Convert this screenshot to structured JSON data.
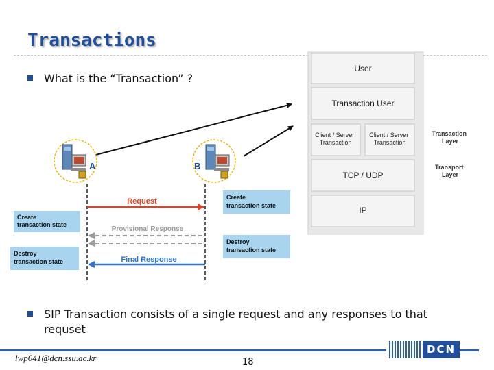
{
  "slide": {
    "title": "Transactions",
    "bullets": [
      "What is the “Transaction” ?",
      "SIP Transaction consists of a single request and any responses to that requset"
    ]
  },
  "diagram": {
    "endpoints": [
      "A",
      "B"
    ],
    "messages": [
      {
        "label": "Request",
        "color": "#e8401c",
        "style": "solid"
      },
      {
        "label": "Provisional Response",
        "color": "#9a9a9a",
        "style": "dashed"
      },
      {
        "label": "Final Response",
        "color": "#2d73d6",
        "style": "solid"
      }
    ],
    "state_boxes": {
      "create_a": "Create transaction state",
      "destroy_a": "Destroy transaction state",
      "create_b": "Create transaction state",
      "destroy_b": "Destroy transaction state"
    },
    "stack": {
      "user": "User",
      "transaction_user": "Transaction User",
      "client_server_1": "Client / Server Transaction",
      "client_server_2": "Client / Server Transaction",
      "tcp_udp": "TCP / UDP",
      "ip": "IP",
      "transaction_layer": "Transaction Layer",
      "transport_layer": "Transport Layer"
    },
    "colors": {
      "state_box": "#a9d4f0",
      "stack_panel": "#e8e8e8",
      "stack_box": "#f2f2f2",
      "title": "#1f4e9c"
    }
  },
  "footer": {
    "email": "lwp041@dcn.ssu.ac.kr",
    "page": "18",
    "logo": "DCN"
  }
}
